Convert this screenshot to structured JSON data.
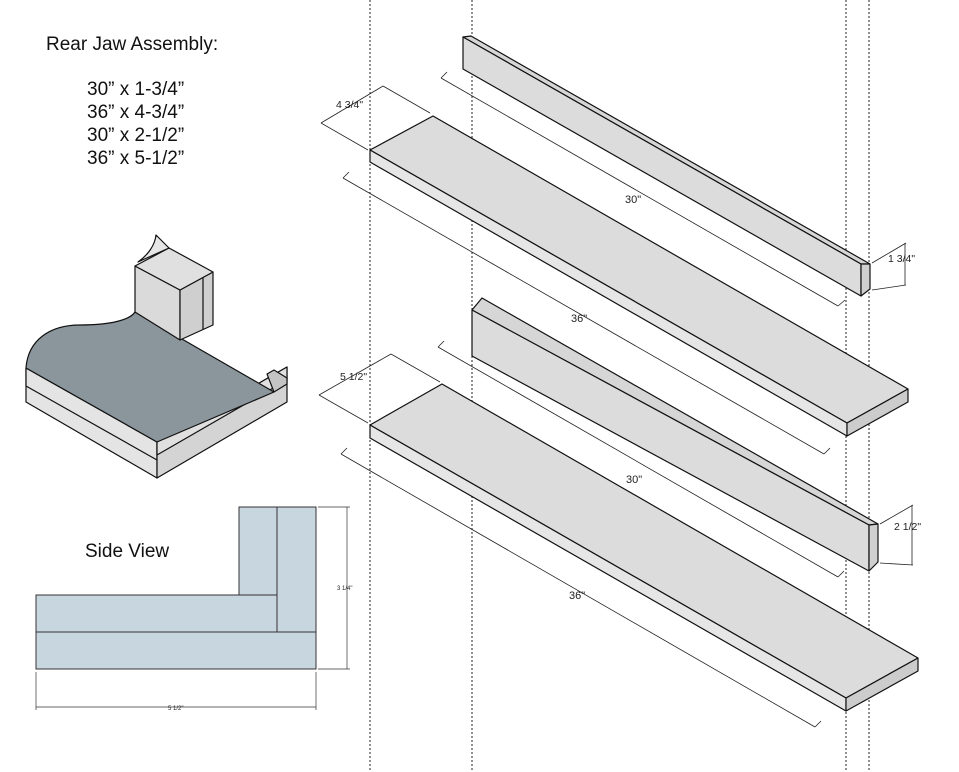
{
  "title": "Rear Jaw Assembly:",
  "parts": [
    "30” x 1-3/4”",
    "36” x 4-3/4”",
    "30” x 2-1/2”",
    "36” x 5-1/2”"
  ],
  "side_view": {
    "label": "Side View",
    "height_dim": "3 1/4\"",
    "width_dim": "5 1/2\""
  },
  "dimensions": {
    "board1_length": "30\"",
    "board1_thickness": "1 3/4\"",
    "board2_length": "36\"",
    "board2_width": "4 3/4\"",
    "board3_length": "30\"",
    "board3_thickness": "2 1/2\"",
    "board4_length": "36\"",
    "board4_width": "5 1/2\""
  },
  "colors": {
    "board_top": "#dcdcdc",
    "board_side": "#e8e8e8",
    "board_edge": "#c8c8c8",
    "jaw_top": "#8a969c",
    "side_view_fill": "#c8d6e0"
  }
}
